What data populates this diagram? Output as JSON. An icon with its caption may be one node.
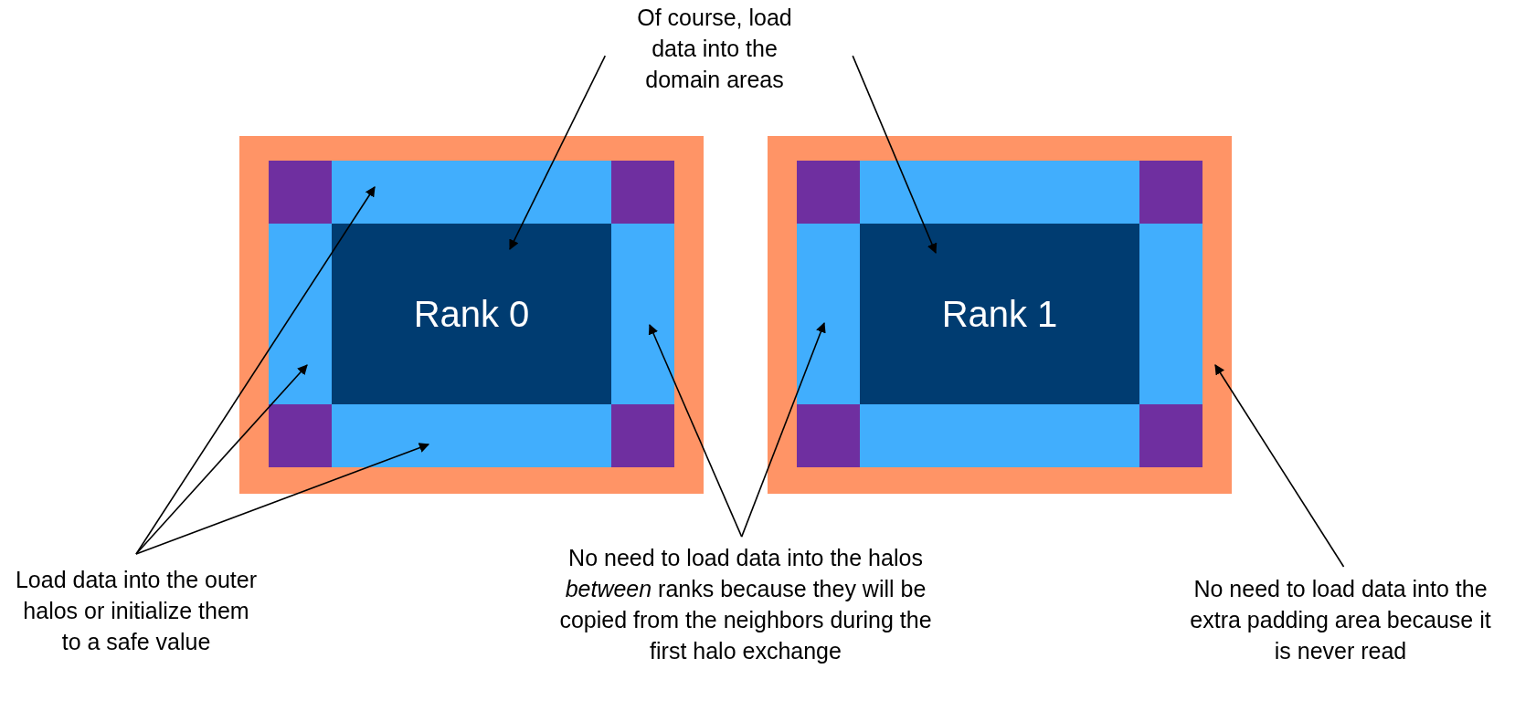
{
  "diagram": {
    "nodes": [
      {
        "text": [
          "Of course, load data into the domain areas"
        ]
      },
      {
        "text": [],
        "shape": "box"
      },
      {
        "text": [],
        "shape": "box",
        "in": 1
      },
      {
        "text": [],
        "shape": "box",
        "in": 1
      },
      {
        "text": [],
        "shape": "box",
        "in": 1
      },
      {
        "text": [],
        "shape": "box",
        "in": 1
      },
      {
        "text": [
          "Rank 0"
        ],
        "in": 1
      },
      {
        "text": [],
        "shape": "box",
        "in": 1
      },
      {
        "text": [],
        "shape": "box",
        "in": 1
      },
      {
        "text": [],
        "shape": "box",
        "in": 1
      },
      {
        "text": [],
        "shape": "box",
        "in": 1
      },
      {
        "text": [],
        "shape": "box"
      },
      {
        "text": [],
        "shape": "box",
        "in": 11
      },
      {
        "text": [],
        "shape": "box",
        "in": 11
      },
      {
        "text": [],
        "shape": "box",
        "in": 11
      },
      {
        "text": [],
        "shape": "box",
        "in": 11
      },
      {
        "text": [
          "Rank 1"
        ],
        "in": 11
      },
      {
        "text": [],
        "shape": "box",
        "in": 11
      },
      {
        "text": [],
        "shape": "box",
        "in": 11
      },
      {
        "text": [],
        "shape": "box",
        "in": 11
      },
      {
        "text": [],
        "shape": "box",
        "in": 11
      },
      {
        "text": [
          "Load data into the outer halos or initialize them to a safe value"
        ]
      },
      {
        "text": [
          "No need to load data into the halos *between* ranks because they will be copied from the neighbors during the first halo exchange"
        ]
      },
      {
        "text": [
          "No need to load data into the extra padding area because it is never read"
        ]
      }
    ],
    "edges": [
      {
        "from": 0,
        "to": 6,
        "arrow": "to"
      },
      {
        "from": 0,
        "to": 16,
        "arrow": "to"
      },
      {
        "from": 21,
        "to": 3,
        "arrow": "to"
      },
      {
        "from": 21,
        "to": 5,
        "arrow": "to"
      },
      {
        "from": 21,
        "to": 9,
        "arrow": "to"
      },
      {
        "from": 22,
        "to": 7,
        "arrow": "to"
      },
      {
        "from": 22,
        "to": 15,
        "arrow": "to"
      },
      {
        "from": 23,
        "to": 11,
        "arrow": "to"
      }
    ]
  }
}
